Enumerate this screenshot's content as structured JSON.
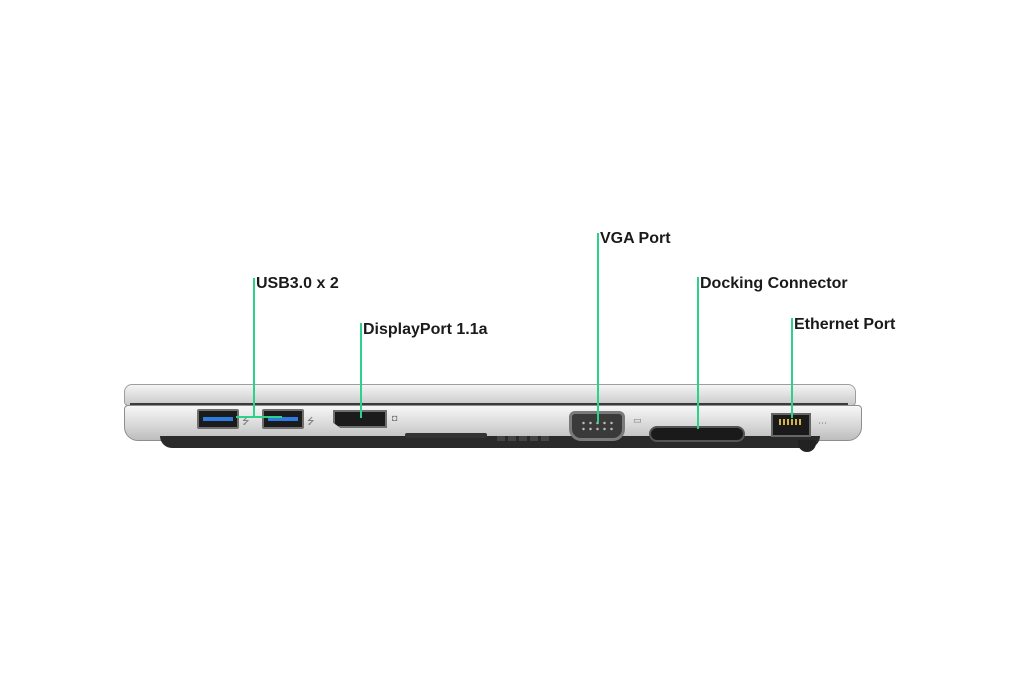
{
  "labels": {
    "usb": "USB3.0 x 2",
    "displayport": "DisplayPort 1.1a",
    "vga": "VGA Port",
    "docking": "Docking Connector",
    "ethernet": "Ethernet Port"
  },
  "colors": {
    "callout_line": "#2fd08a",
    "label_text": "#1a1a1a",
    "background": "#ffffff"
  }
}
